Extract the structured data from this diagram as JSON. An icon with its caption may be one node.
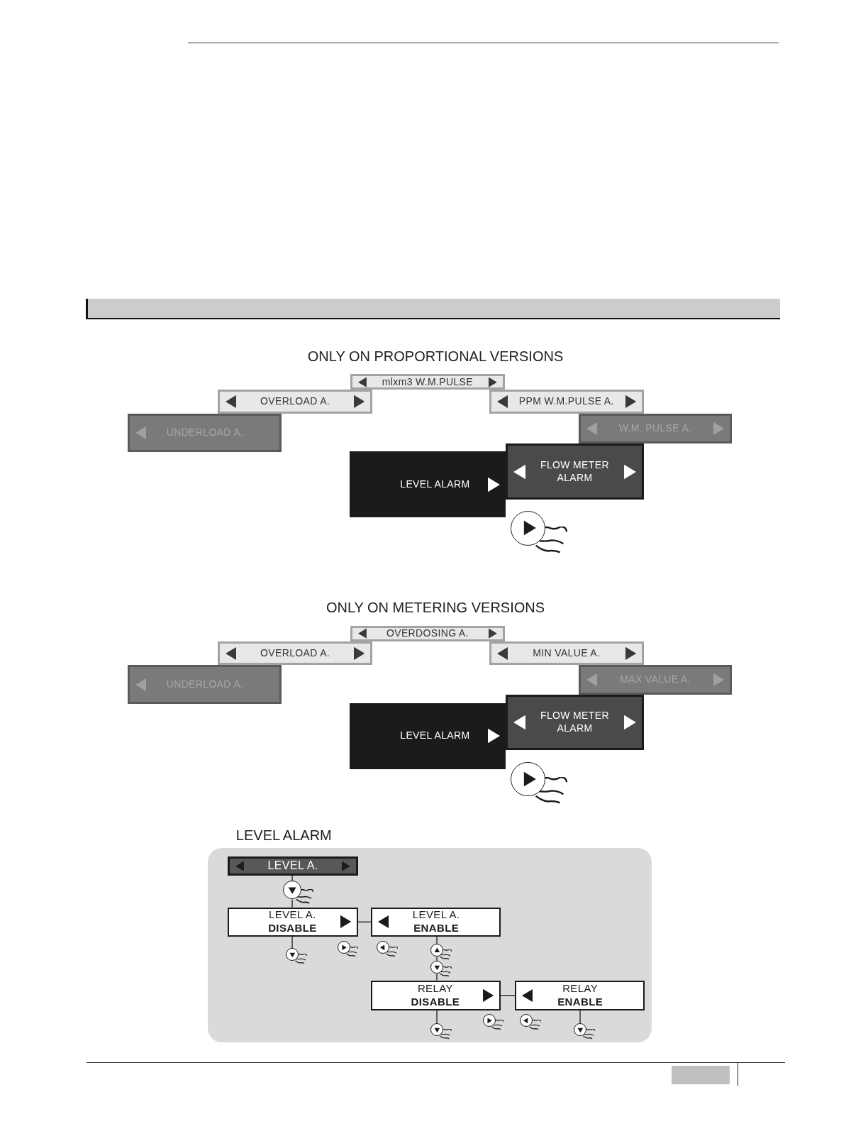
{
  "diagram": {
    "nodes": [
      {
        "text": [
          "mlxm3 W.M.PULSE"
        ]
      },
      {
        "text": [
          "OVERLOAD A."
        ]
      },
      {
        "text": [
          "PPM W.M.PULSE A."
        ]
      },
      {
        "text": [
          "UNDERLOAD A."
        ]
      },
      {
        "text": [
          "W.M. PULSE A."
        ]
      },
      {
        "text": [
          "LEVEL ALARM"
        ]
      },
      {
        "text": [
          "FLOW METER ALARM"
        ]
      },
      {
        "text": [
          "OVERDOSING A."
        ]
      },
      {
        "text": [
          "OVERLOAD A."
        ]
      },
      {
        "text": [
          "MIN VALUE A."
        ]
      },
      {
        "text": [
          "UNDERLOAD A."
        ]
      },
      {
        "text": [
          "MAX VALUE A."
        ]
      },
      {
        "text": [
          "LEVEL ALARM"
        ]
      },
      {
        "text": [
          "FLOW METER ALARM"
        ]
      },
      {
        "text": [
          "LEVEL ALARM"
        ]
      },
      {
        "text": [
          "LEVEL A."
        ],
        "in": 14
      },
      {
        "text": [
          "LEVEL A.",
          "DISABLE"
        ],
        "in": 14
      },
      {
        "text": [
          "LEVEL A.",
          "ENABLE"
        ],
        "in": 14
      },
      {
        "text": [
          "RELAY",
          "DISABLE"
        ],
        "in": 14
      },
      {
        "text": [
          "RELAY",
          "ENABLE"
        ],
        "in": 14
      },
      {
        "text": [],
        "shape": "circle",
        "in": 14
      },
      {
        "text": [],
        "shape": "circle",
        "in": 14
      },
      {
        "text": [],
        "shape": "circle",
        "in": 14
      },
      {
        "text": [],
        "shape": "circle",
        "in": 14
      },
      {
        "text": [],
        "shape": "circle",
        "in": 14
      },
      {
        "text": [],
        "shape": "circle",
        "in": 14
      },
      {
        "text": [],
        "shape": "bar"
      }
    ],
    "edges": [
      {
        "from": 15,
        "to": 20,
        "arrow": "none"
      },
      {
        "from": 20,
        "to": 16,
        "arrow": "none"
      },
      {
        "from": 16,
        "to": 17,
        "arrow": "none"
      },
      {
        "from": 16,
        "to": 21,
        "arrow": "none"
      },
      {
        "from": 17,
        "to": 22,
        "arrow": "none"
      },
      {
        "from": 22,
        "to": 23,
        "arrow": "none"
      },
      {
        "from": 23,
        "to": 18,
        "arrow": "none"
      },
      {
        "from": 18,
        "to": 19,
        "arrow": "none"
      },
      {
        "from": 18,
        "to": 24,
        "arrow": "none"
      },
      {
        "from": 19,
        "to": 25,
        "arrow": "none"
      }
    ],
    "labels": [
      "ONLY ON PROPORTIONAL VERSIONS",
      "ONLY ON METERING VERSIONS"
    ]
  }
}
